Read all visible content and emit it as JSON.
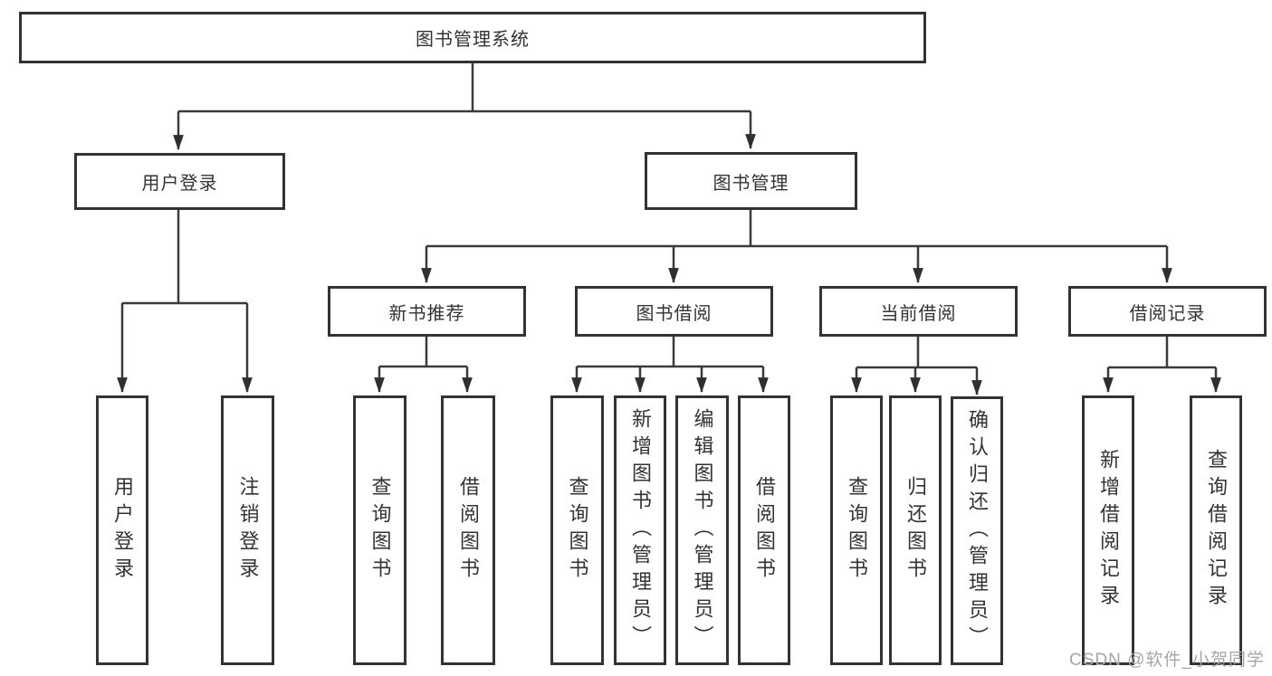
{
  "diagram": {
    "root": {
      "label": "图书管理系统"
    },
    "level2": {
      "user_login": {
        "label": "用户登录"
      },
      "book_mgmt": {
        "label": "图书管理"
      }
    },
    "level3": {
      "new_books": {
        "label": "新书推荐"
      },
      "book_borrow": {
        "label": "图书借阅"
      },
      "current_borrow": {
        "label": "当前借阅"
      },
      "borrow_records": {
        "label": "借阅记录"
      }
    },
    "leaves": {
      "login": {
        "label": "用户登录"
      },
      "logout": {
        "label": "注销登录"
      },
      "nb_query": {
        "label": "查询图书"
      },
      "nb_borrow": {
        "label": "借阅图书"
      },
      "bb_query": {
        "label": "查询图书"
      },
      "bb_add": {
        "label": "新增图书（管理员）"
      },
      "bb_edit": {
        "label": "编辑图书（管理员）"
      },
      "bb_borrow": {
        "label": "借阅图书"
      },
      "cb_query": {
        "label": "查询图书"
      },
      "cb_return": {
        "label": "归还图书"
      },
      "cb_confirm": {
        "label": "确认归还（管理员）"
      },
      "br_add": {
        "label": "新增借阅记录"
      },
      "br_query": {
        "label": "查询借阅记录"
      }
    }
  },
  "watermark": {
    "text": "CSDN @软件_小贺同学"
  },
  "colors": {
    "box_border": "#333333",
    "line": "#3a3a3a",
    "text": "#333333",
    "watermark": "#a6a6a6",
    "background": "#ffffff"
  }
}
